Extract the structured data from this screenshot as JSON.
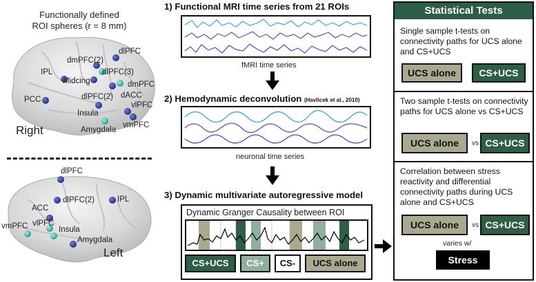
{
  "brain_title": {
    "line1": "Functionally defined",
    "line2": "ROI spheres (r = 8 mm)"
  },
  "right_brain": {
    "hemisphere": "Right",
    "rois": [
      "dlPFC",
      "dmPFC(2)",
      "dlPFC(3)",
      "IPL",
      "Midcing",
      "dmPFC",
      "dACC",
      "PCC",
      "dlPFC(2)",
      "vlPFC",
      "Insula",
      "vmPFC",
      "Amygdala"
    ]
  },
  "left_brain": {
    "hemisphere": "Left",
    "rois": [
      "dlPFC",
      "dlPFC(2)",
      "IPL",
      "ACC",
      "vmPFC",
      "vlPFC",
      "Insula",
      "Amygdala"
    ]
  },
  "steps": {
    "step1": {
      "title": "1) Functional MRI time series from 21 ROIs",
      "caption": "fMRI time series"
    },
    "step2": {
      "title": "2) Hemodynamic deconvolution",
      "cite": "(Havlicek et al., 2010)",
      "caption": "neuronal time series"
    },
    "step3": {
      "title": "3) Dynamic multivariate autoregressive model",
      "box_title": "Dynamic Granger Causality between ROI"
    }
  },
  "conditions": {
    "cs_ucs": "CS+UCS",
    "cs_plus": "CS+",
    "cs_minus": "CS-",
    "ucs_alone": "UCS alone"
  },
  "stats": {
    "header": "Statistical Tests",
    "test1": {
      "desc": "Single sample t-tests on connectivity paths for UCS alone and CS+UCS",
      "left": "UCS alone",
      "right": "CS+UCS"
    },
    "test2": {
      "desc": "Two sample t-tests on connectivity paths for UCS alone vs CS+UCS",
      "left": "UCS alone",
      "vs": "vs",
      "right": "CS+UCS"
    },
    "test3": {
      "desc": "Correlation between stress reactivity and differential connectivity paths during UCS alone and CS+UCS",
      "left": "UCS alone",
      "vs": "vs",
      "right": "CS+UCS",
      "varies": "varies w/",
      "stress": "Stress"
    }
  },
  "colors": {
    "dark_green": "#2f5e47",
    "light_green": "#8fb09c",
    "khaki": "#aaa98f",
    "roi_blue": "#2e3a9e",
    "roi_teal": "#3fbcb0",
    "trace_cyan": "#3aa7d6",
    "trace_purple": "#6a4fa0",
    "trace_blue": "#2f5bb5"
  }
}
